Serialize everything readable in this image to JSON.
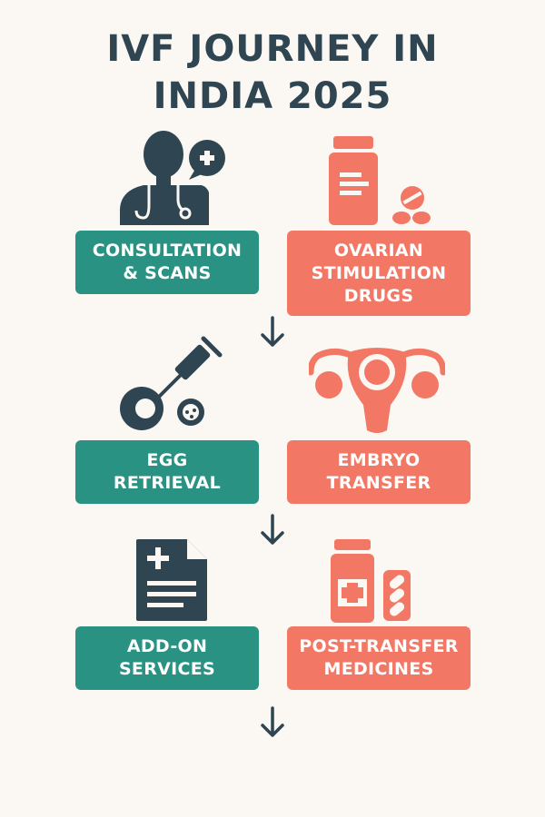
{
  "title": {
    "line1": "IVF JOURNEY IN",
    "line2": "INDIA 2025"
  },
  "colors": {
    "teal": "#2a9283",
    "coral": "#f27865",
    "dark": "#2f4552",
    "background": "#fbf8f3"
  },
  "steps": [
    {
      "lines": [
        "CONSULTATION",
        "& SCANS"
      ],
      "icon": "doctor-consultation-icon"
    },
    {
      "lines": [
        "OVARIAN",
        "STIMULATION",
        "DRUGS"
      ],
      "icon": "medicine-bottle-pills-icon"
    },
    {
      "lines": [
        "EGG",
        "RETRIEVAL"
      ],
      "icon": "egg-retrieval-needle-icon"
    },
    {
      "lines": [
        "EMBRYO",
        "TRANSFER"
      ],
      "icon": "uterus-icon"
    },
    {
      "lines": [
        "ADD-ON",
        "SERVICES"
      ],
      "icon": "medical-document-icon"
    },
    {
      "lines": [
        "POST-TRANSFER",
        "MEDICINES"
      ],
      "icon": "medicine-bottle-capsules-icon"
    }
  ],
  "arrows": [
    "down-arrow-icon",
    "down-arrow-icon",
    "down-arrow-icon"
  ]
}
